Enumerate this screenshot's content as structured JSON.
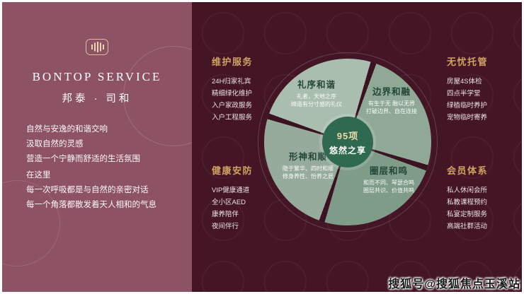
{
  "left": {
    "logo_icon": "soundwave-icon",
    "title_en": "BONTOP SERVICE",
    "title_cn": "邦泰 · 司和",
    "lines": [
      "自然与安逸的和谐交响",
      "汲取自然的灵感",
      "营造一个宁静而舒适的生活氛围",
      "在这里",
      "每一次呼吸都是与自然的亲密对话",
      "每一个角落都散发着天人相和的气息"
    ]
  },
  "columns": [
    {
      "title": "维护服务",
      "items": [
        "24H归家礼宾",
        "精细绿化维护",
        "入户家政服务",
        "入户工程服务"
      ]
    },
    {
      "title": "健康安防",
      "items": [
        "VIP健康通道",
        "全小区AED",
        "康养陪伴",
        "夜间伴行"
      ]
    },
    {
      "title": "无忧托管",
      "items": [
        "房屋4S体检",
        "四点半学堂",
        "绿植临时养护",
        "宠物临时寄养"
      ]
    },
    {
      "title": "会员体系",
      "items": [
        "私人休闲会所",
        "私教课程预约",
        "私宴定制服务",
        "高端社群活动"
      ]
    }
  ],
  "diagram": {
    "center_top": "95项",
    "center_bottom": "悠然之享",
    "segments": [
      {
        "title": "礼序和谐",
        "line1": "礼者，天地之序",
        "line2": "缔造有分寸感的礼仪"
      },
      {
        "title": "边界和融",
        "line1": "有生于无 融以无界",
        "line2": "打破边界、自在连接"
      },
      {
        "title": "形神和顺",
        "line1": "隐于繁华、四时和顺",
        "line2": "修身养性、怡养之居"
      },
      {
        "title": "圈层和鸣",
        "line1": "和而不同、琴瑟合鸣",
        "line2": "圈层共识、价值共鸣"
      }
    ]
  },
  "watermark": "搜狐号@搜狐焦点玉溪站",
  "colors": {
    "left_bg": "#8d5264",
    "right_bg": "#441525",
    "gold": "#cfa263",
    "center_green": "#2e6950",
    "segment_greens": [
      "#a9beae",
      "#8fa996",
      "#97ab9d",
      "#7e9c88"
    ]
  }
}
